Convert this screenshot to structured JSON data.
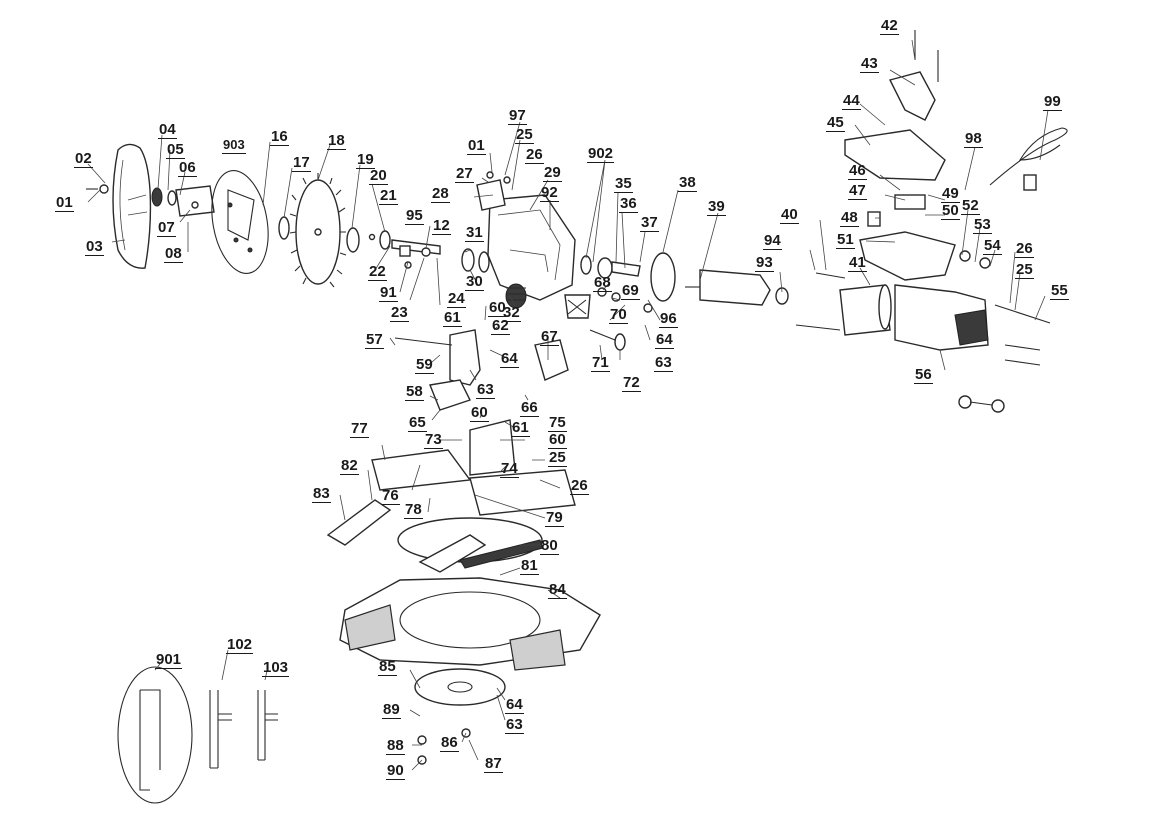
{
  "labels": [
    "01",
    "02",
    "03",
    "04",
    "05",
    "06",
    "07",
    "08",
    "903",
    "16",
    "17",
    "18",
    "19",
    "20",
    "21",
    "22",
    "91",
    "12",
    "95",
    "23",
    "24",
    "31",
    "30",
    "01",
    "97",
    "25",
    "26",
    "27",
    "28",
    "29",
    "92",
    "902",
    "35",
    "36",
    "37",
    "38",
    "39",
    "68",
    "69",
    "70",
    "96",
    "64",
    "63",
    "71",
    "72",
    "32",
    "60",
    "61",
    "62",
    "57",
    "59",
    "64",
    "63",
    "58",
    "65",
    "66",
    "67",
    "60",
    "61",
    "73",
    "75",
    "60",
    "25",
    "26",
    "74",
    "77",
    "82",
    "83",
    "76",
    "78",
    "79",
    "80",
    "81",
    "84",
    "85",
    "64",
    "63",
    "89",
    "88",
    "90",
    "86",
    "87",
    "901",
    "102",
    "103",
    "40",
    "41",
    "94",
    "93",
    "42",
    "43",
    "44",
    "45",
    "46",
    "47",
    "48",
    "49",
    "50",
    "51",
    "52",
    "53",
    "54",
    "26",
    "25",
    "55",
    "56",
    "98",
    "99"
  ]
}
